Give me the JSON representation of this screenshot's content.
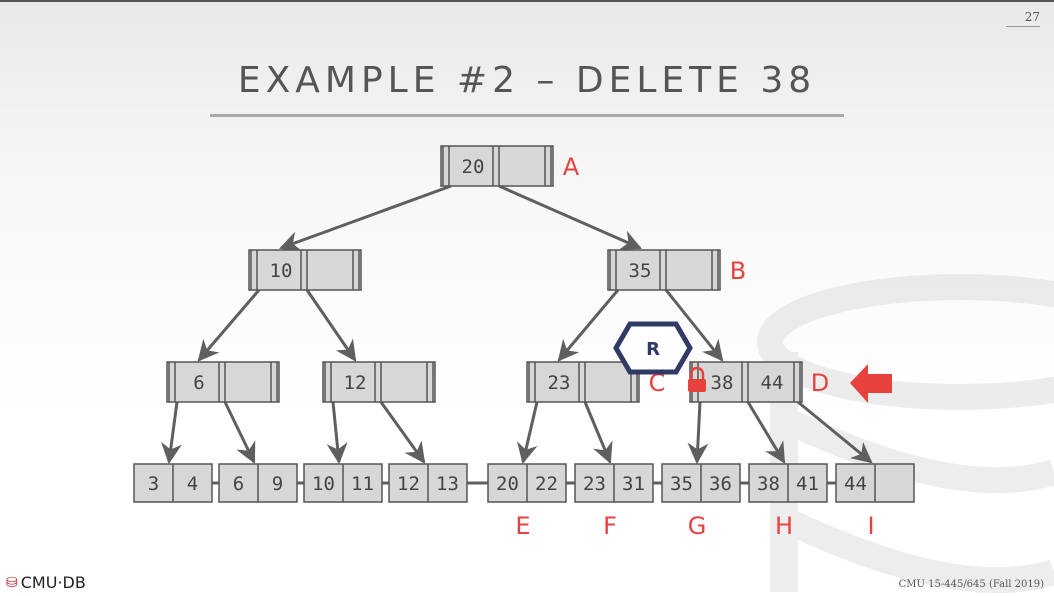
{
  "slide": {
    "page_number": "27",
    "title": "EXAMPLE #2 – DELETE 38",
    "footer": "CMU 15-445/645 (Fall 2019)",
    "logo_text": "CMU·DB",
    "logo_icon": "database-icon"
  },
  "colors": {
    "node_fill": "#d7d7d7",
    "node_stroke": "#555555",
    "edge": "#5f5f5f",
    "label": "#e8423f",
    "lock_outline": "#2f3a66",
    "arrow": "#e8423f"
  },
  "tree": {
    "nodes": [
      {
        "id": "root",
        "keys": [
          "20",
          ""
        ],
        "label": "A"
      },
      {
        "id": "n10",
        "keys": [
          "10",
          ""
        ],
        "label": ""
      },
      {
        "id": "n35",
        "keys": [
          "35",
          ""
        ],
        "label": "B"
      },
      {
        "id": "n6",
        "keys": [
          "6",
          ""
        ],
        "label": ""
      },
      {
        "id": "n12",
        "keys": [
          "12",
          ""
        ],
        "label": ""
      },
      {
        "id": "n23",
        "keys": [
          "23",
          ""
        ],
        "label": "C"
      },
      {
        "id": "n38",
        "keys": [
          "38",
          "44"
        ],
        "label": "D"
      }
    ],
    "leaves": [
      {
        "id": "l1",
        "keys": [
          "3",
          "4"
        ],
        "label": ""
      },
      {
        "id": "l2",
        "keys": [
          "6",
          "9"
        ],
        "label": ""
      },
      {
        "id": "l3",
        "keys": [
          "10",
          "11"
        ],
        "label": ""
      },
      {
        "id": "l4",
        "keys": [
          "12",
          "13"
        ],
        "label": ""
      },
      {
        "id": "l5",
        "keys": [
          "20",
          "22"
        ],
        "label": "E"
      },
      {
        "id": "l6",
        "keys": [
          "23",
          "31"
        ],
        "label": "F"
      },
      {
        "id": "l7",
        "keys": [
          "35",
          "36"
        ],
        "label": "G"
      },
      {
        "id": "l8",
        "keys": [
          "38",
          "41"
        ],
        "label": "H"
      },
      {
        "id": "l9",
        "keys": [
          "44",
          ""
        ],
        "label": "I"
      }
    ],
    "edges": [
      [
        "root",
        "n10"
      ],
      [
        "root",
        "n35"
      ],
      [
        "n10",
        "n6"
      ],
      [
        "n10",
        "n12"
      ],
      [
        "n35",
        "n23"
      ],
      [
        "n35",
        "n38"
      ],
      [
        "n6",
        "l1"
      ],
      [
        "n6",
        "l2"
      ],
      [
        "n12",
        "l3"
      ],
      [
        "n12",
        "l4"
      ],
      [
        "n23",
        "l5"
      ],
      [
        "n23",
        "l6"
      ],
      [
        "n38",
        "l7"
      ],
      [
        "n38",
        "l8"
      ],
      [
        "n38",
        "l9"
      ]
    ]
  },
  "lock": {
    "text": "R",
    "icon": "lock-icon"
  },
  "pointer": {
    "icon": "left-arrow-icon"
  }
}
